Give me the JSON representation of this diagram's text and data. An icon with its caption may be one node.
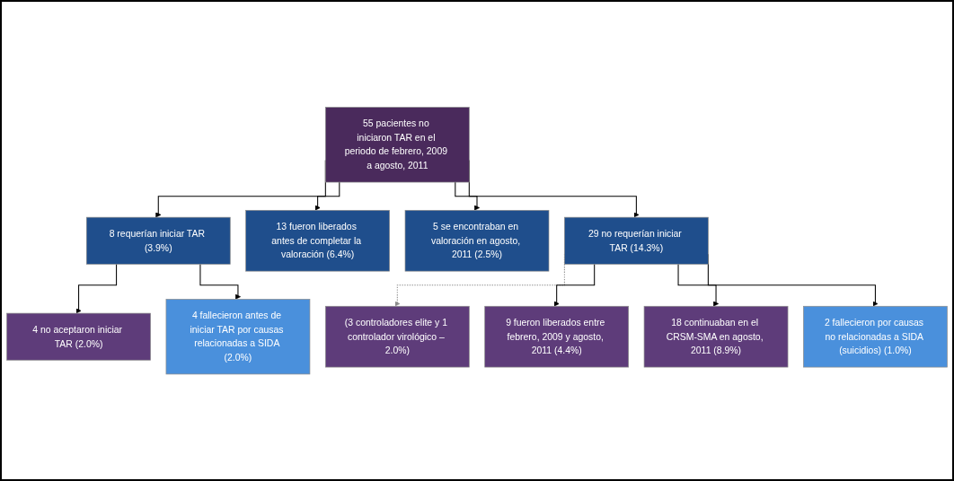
{
  "diagram": {
    "nodes": [
      {
        "text": [
          "55 pacientes no iniciaron TAR en el periodo de febrero, 2009 a agosto, 2011"
        ]
      },
      {
        "text": [
          "8 requerían iniciar TAR (3.9%)"
        ]
      },
      {
        "text": [
          "13 fueron liberados antes de completar la valoración (6.4%)"
        ]
      },
      {
        "text": [
          "5 se encontraban en valoración en agosto, 2011 (2.5%)"
        ]
      },
      {
        "text": [
          "29 no requerían iniciar TAR (14.3%)"
        ]
      },
      {
        "text": [
          "(3 controladores elite y 1 controlador virológico – 2.0%)"
        ]
      },
      {
        "text": [
          "4 no aceptaron iniciar TAR (2.0%)"
        ]
      },
      {
        "text": [
          "4 fallecieron antes de iniciar TAR por causas relacionadas a SIDA (2.0%)"
        ]
      },
      {
        "text": [
          "9 fueron liberados entre febrero, 2009 y agosto, 2011 (4.4%)"
        ]
      },
      {
        "text": [
          "18 continuaban en el CRSM-SMA en agosto, 2011 (8.9%)"
        ]
      },
      {
        "text": [
          "2 fallecieron por causas no relacionadas a SIDA (suicidios) (1.0%)"
        ]
      }
    ],
    "edges": [
      {
        "from": 0,
        "to": 1,
        "arrow": "to"
      },
      {
        "from": 0,
        "to": 2,
        "arrow": "to"
      },
      {
        "from": 0,
        "to": 3,
        "arrow": "to"
      },
      {
        "from": 0,
        "to": 4,
        "arrow": "to"
      },
      {
        "from": 4,
        "to": 5,
        "arrow": "to",
        "style": "dashed",
        "color": "#8c8c8c"
      },
      {
        "from": 1,
        "to": 6,
        "arrow": "to"
      },
      {
        "from": 1,
        "to": 7,
        "arrow": "to"
      },
      {
        "from": 4,
        "to": 8,
        "arrow": "to"
      },
      {
        "from": 4,
        "to": 9,
        "arrow": "to"
      },
      {
        "from": 4,
        "to": 10,
        "arrow": "to"
      }
    ]
  }
}
